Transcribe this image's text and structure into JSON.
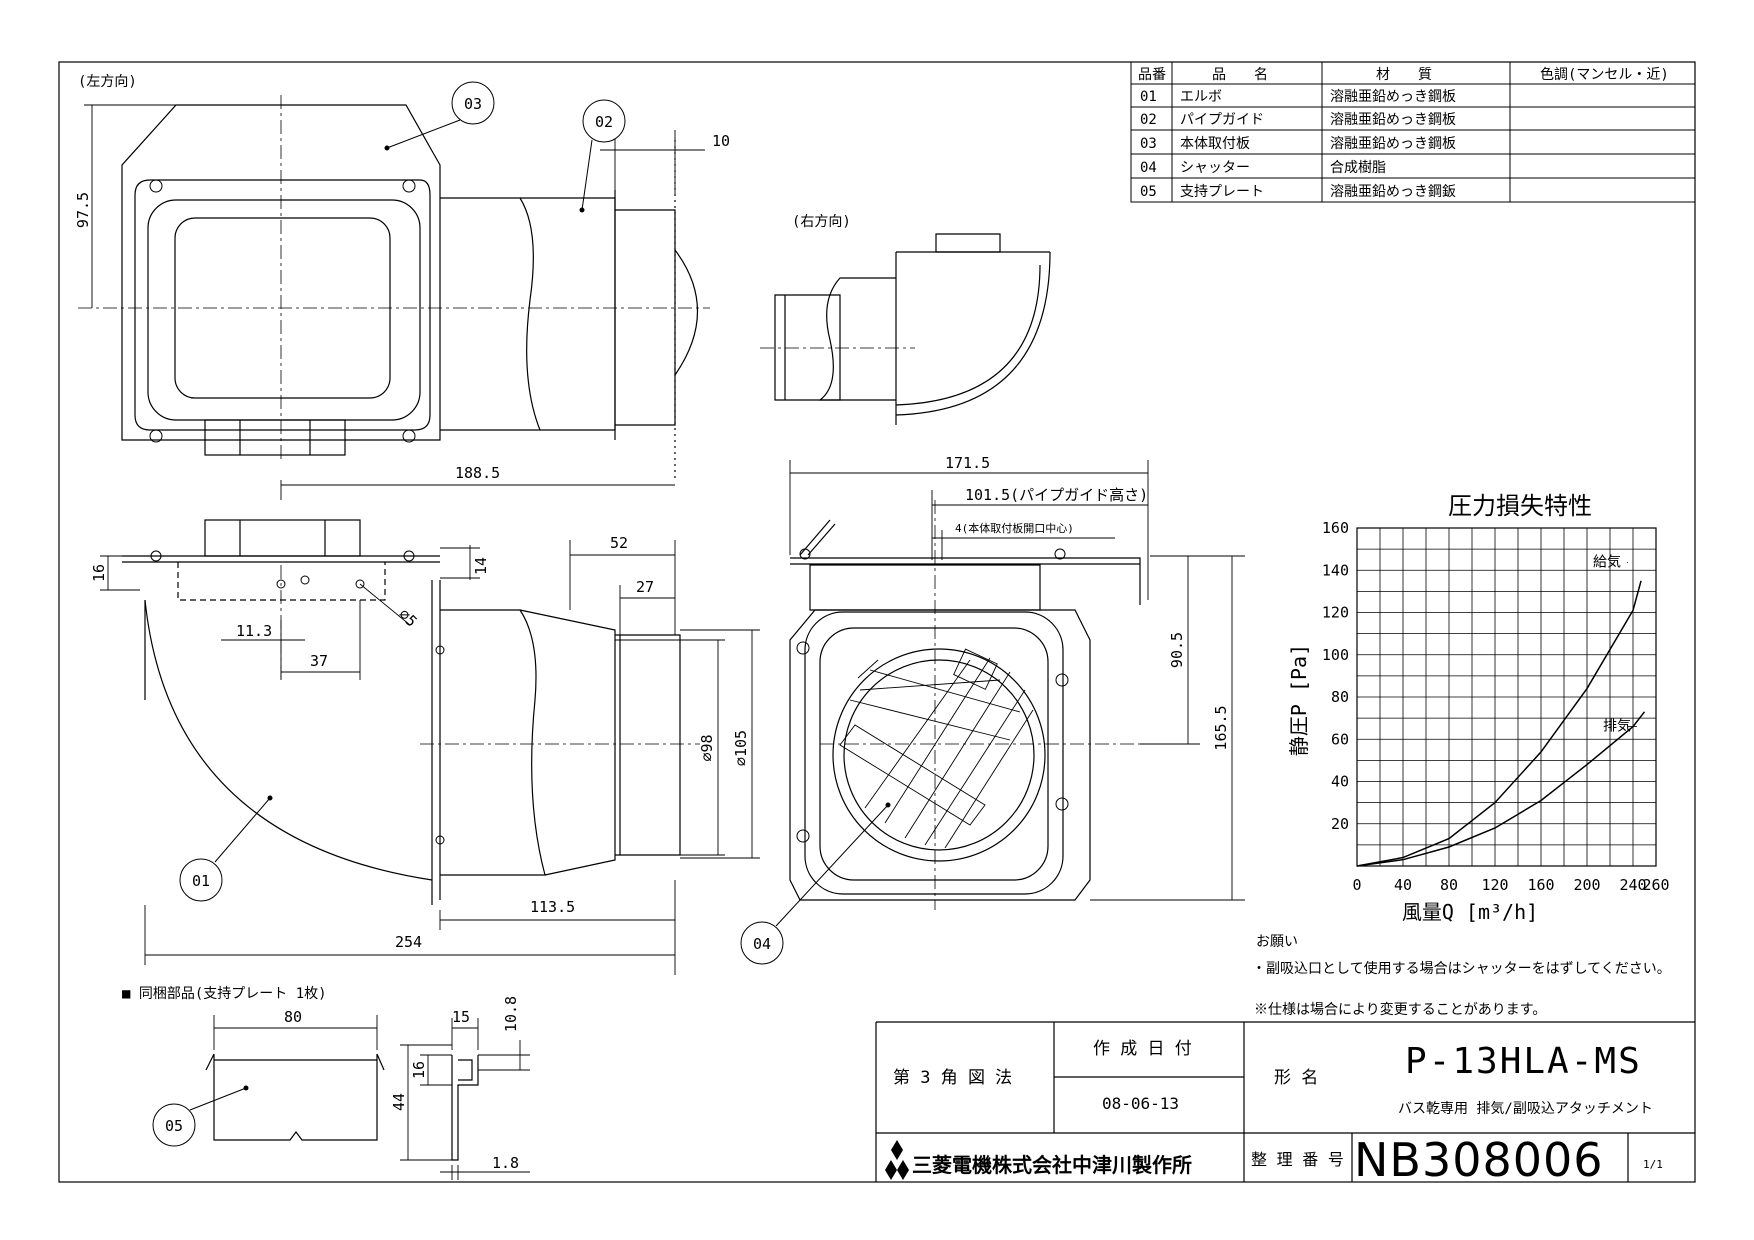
{
  "views": {
    "left_label": "(左方向)",
    "right_label": "(右方向)"
  },
  "dims": {
    "d97_5": "97.5",
    "d10": "10",
    "d188_5": "188.5",
    "d171_5": "171.5",
    "d101_5": "101.5(パイプガイド高さ)",
    "d4": "4(本体取付板開口中心)",
    "d16": "16",
    "d14": "14",
    "d52": "52",
    "d27": "27",
    "phi5": "⌀5",
    "d11_3": "11.3",
    "d37": "37",
    "phi98": "⌀98",
    "phi105": "⌀105",
    "d90_5": "90.5",
    "d165_5": "165.5",
    "d113_5": "113.5",
    "d254": "254",
    "d80": "80",
    "d15": "15",
    "d10_8": "10.8",
    "d16b": "16",
    "d44": "44",
    "d1_8": "1.8"
  },
  "callouts": [
    "01",
    "02",
    "03",
    "04",
    "05"
  ],
  "parts": {
    "headers": [
      "品番",
      "品　　名",
      "材　　質",
      "色調(マンセル・近)"
    ],
    "rows": [
      [
        "01",
        "エルボ",
        "溶融亜鉛めっき鋼板",
        ""
      ],
      [
        "02",
        "パイプガイド",
        "溶融亜鉛めっき鋼板",
        ""
      ],
      [
        "03",
        "本体取付板",
        "溶融亜鉛めっき鋼板",
        ""
      ],
      [
        "04",
        "シャッター",
        "合成樹脂",
        ""
      ],
      [
        "05",
        "支持プレート",
        "溶融亜鉛めっき鋼鈑",
        ""
      ]
    ]
  },
  "chart_title": "圧力損失特性",
  "chart_data": {
    "type": "line",
    "title": "圧力損失特性",
    "xlabel": "風量Q [m³/h]",
    "ylabel": "静圧P [Pa]",
    "xlim": [
      0,
      260
    ],
    "ylim": [
      0,
      160
    ],
    "x_ticks": [
      "0",
      "40",
      "80",
      "120",
      "160",
      "200",
      "240",
      "260"
    ],
    "y_ticks": [
      "20",
      "40",
      "60",
      "80",
      "100",
      "120",
      "140",
      "160"
    ],
    "grid": true,
    "series": [
      {
        "name": "給気",
        "x": [
          0,
          40,
          80,
          120,
          160,
          200,
          240,
          247
        ],
        "y": [
          0,
          4,
          13,
          30,
          54,
          84,
          121,
          135
        ]
      },
      {
        "name": "排気",
        "x": [
          0,
          40,
          80,
          120,
          160,
          200,
          240,
          250
        ],
        "y": [
          0,
          3,
          9,
          18,
          31,
          48,
          66,
          73
        ]
      }
    ]
  },
  "notes": {
    "heading": "お願い",
    "line1": "・副吸込口として使用する場合はシャッターをはずしてください。",
    "line2": "※仕様は場合により変更することがあります。"
  },
  "accessory": "■ 同梱部品(支持プレート 1枚)",
  "title_block": {
    "projection": "第 3 角 図 法",
    "date_label": "作 成 日 付",
    "date_value": "08-06-13",
    "model_label": "形 名",
    "model": "P-13HLA-MS",
    "description": "バス乾専用 排気/副吸込アタッチメント",
    "company": "三菱電機株式会社中津川製作所",
    "number_label": "整 理 番 号",
    "number": "NB308006",
    "sheet": "1/1"
  }
}
